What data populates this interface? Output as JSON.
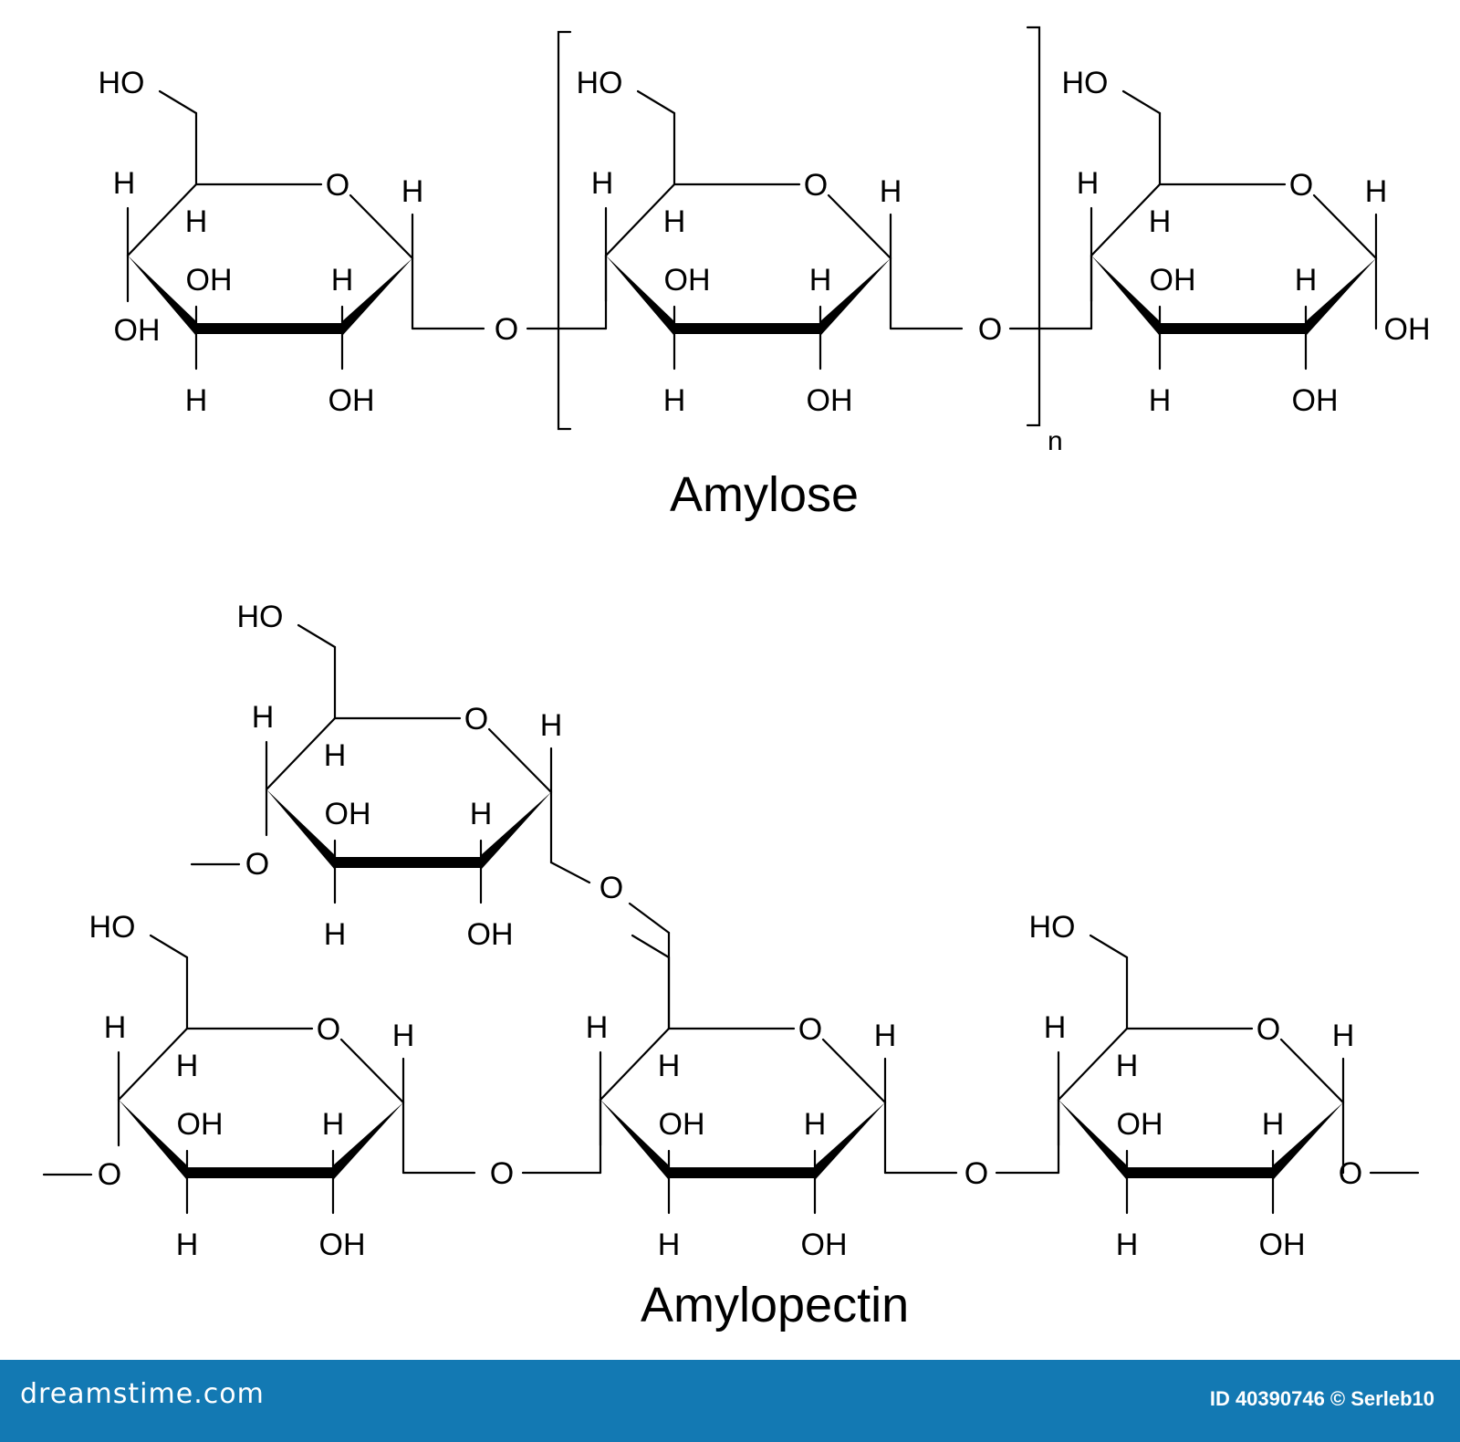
{
  "figure": {
    "amylose_title": "Amylose",
    "amylopectin_title": "Amylopectin",
    "repeat_subscript": "n",
    "atom_labels": {
      "hydroxymethyl": "HO",
      "ring_oxygen": "O",
      "hydrogen": "H",
      "hydroxyl": "OH",
      "bridge_oxygen": "O"
    }
  },
  "footer": {
    "brand": "dreamstime.com",
    "credit": "ID 40390746 © Serleb10"
  },
  "colors": {
    "footer_bg": "#1379b3",
    "ink": "#000000",
    "background": "#ffffff"
  }
}
